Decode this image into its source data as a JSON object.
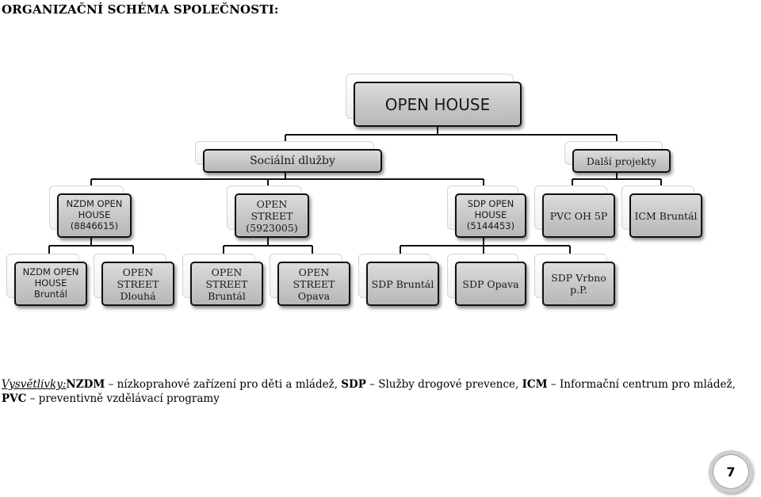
{
  "title": "ORGANIZAČNÍ SCHÉMA SPOLEČNOSTI:",
  "org": {
    "root": "OPEN HOUSE",
    "level1": {
      "social": "Sociální dlužby",
      "other": "Další projekty"
    },
    "level2": {
      "nzdm": "NZDM OPEN\nHOUSE\n(8846615)",
      "street": "OPEN\nSTREET\n(5923005)",
      "sdp": "SDP OPEN\nHOUSE\n(5144453)",
      "pvc": "PVC OH 5P",
      "icm": "ICM Bruntál"
    },
    "level3": {
      "nzdm_bruntal": "NZDM OPEN\nHOUSE Bruntál",
      "street_dlouha": "OPEN\nSTREET\nDlouhá",
      "street_bruntal": "OPEN\nSTREET\nBruntál",
      "street_opava": "OPEN\nSTREET\nOpava",
      "sdp_bruntal": "SDP Bruntál",
      "sdp_opava": "SDP Opava",
      "sdp_vrbno": "SDP Vrbno\np.P."
    }
  },
  "legend": {
    "lead": "Vysvětlivky:",
    "t1": "NZDM",
    "d1": " – nízkoprahové zařízení pro děti a mládež, ",
    "t2": "SDP",
    "d2": " – Služby drogové prevence, ",
    "t3": "ICM",
    "d3": " – Informační centrum pro mládež, ",
    "t4": "PVC",
    "d4": " – preventivně vzdělávací programy"
  },
  "page_number": "7"
}
